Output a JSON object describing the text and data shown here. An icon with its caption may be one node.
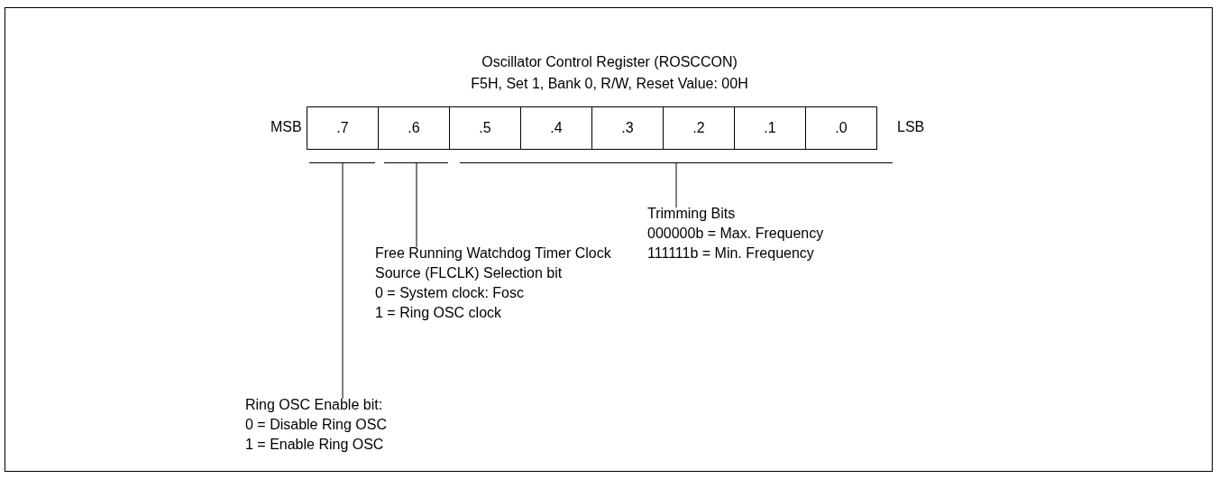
{
  "diagram": {
    "title": "Oscillator Control Register (ROSCCON)",
    "nodes": [
      {
        "text": [
          ".7"
        ]
      },
      {
        "text": [
          ".6"
        ]
      },
      {
        "text": [
          ".5"
        ]
      },
      {
        "text": [
          ".4"
        ]
      },
      {
        "text": [
          ".3"
        ]
      },
      {
        "text": [
          ".2"
        ]
      },
      {
        "text": [
          ".1"
        ]
      },
      {
        "text": [
          ".0"
        ]
      },
      {
        "text": [],
        "shape": "bar"
      },
      {
        "text": [],
        "shape": "bar"
      },
      {
        "text": [],
        "shape": "bar"
      },
      {
        "text": [
          "Ring OSC Enable bit:",
          "0 = Disable Ring OSC",
          "1 = Enable Ring OSC"
        ]
      },
      {
        "text": [
          "Free Running Watchdog Timer Clock Source (FLCLK) Selection bit",
          "0 = System clock: Fosc",
          "1 = Ring OSC clock"
        ]
      },
      {
        "text": [
          "Trimming Bits",
          "000000b = Max. Frequency",
          "111111b = Min. Frequency"
        ]
      }
    ],
    "edges": [
      {
        "from": 11,
        "to": 8,
        "arrow": "none"
      },
      {
        "from": 12,
        "to": 9,
        "arrow": "none"
      },
      {
        "from": 13,
        "to": 10,
        "arrow": "none"
      }
    ],
    "labels": [
      "F5H, Set 1, Bank 0, R/W, Reset Value: 00H",
      "MSB",
      "LSB"
    ]
  }
}
